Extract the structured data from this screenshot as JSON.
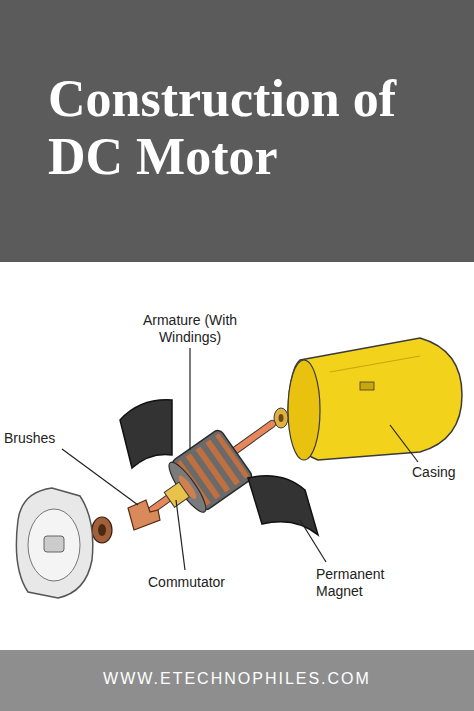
{
  "diagram": {
    "title": "Construction of DC Motor",
    "labels": [
      "Armature (With Windings)",
      "Brushes",
      "Casing",
      "Commutator",
      "Permanent Magnet",
      "WWW.ETECHNOPHILES.COM"
    ]
  }
}
